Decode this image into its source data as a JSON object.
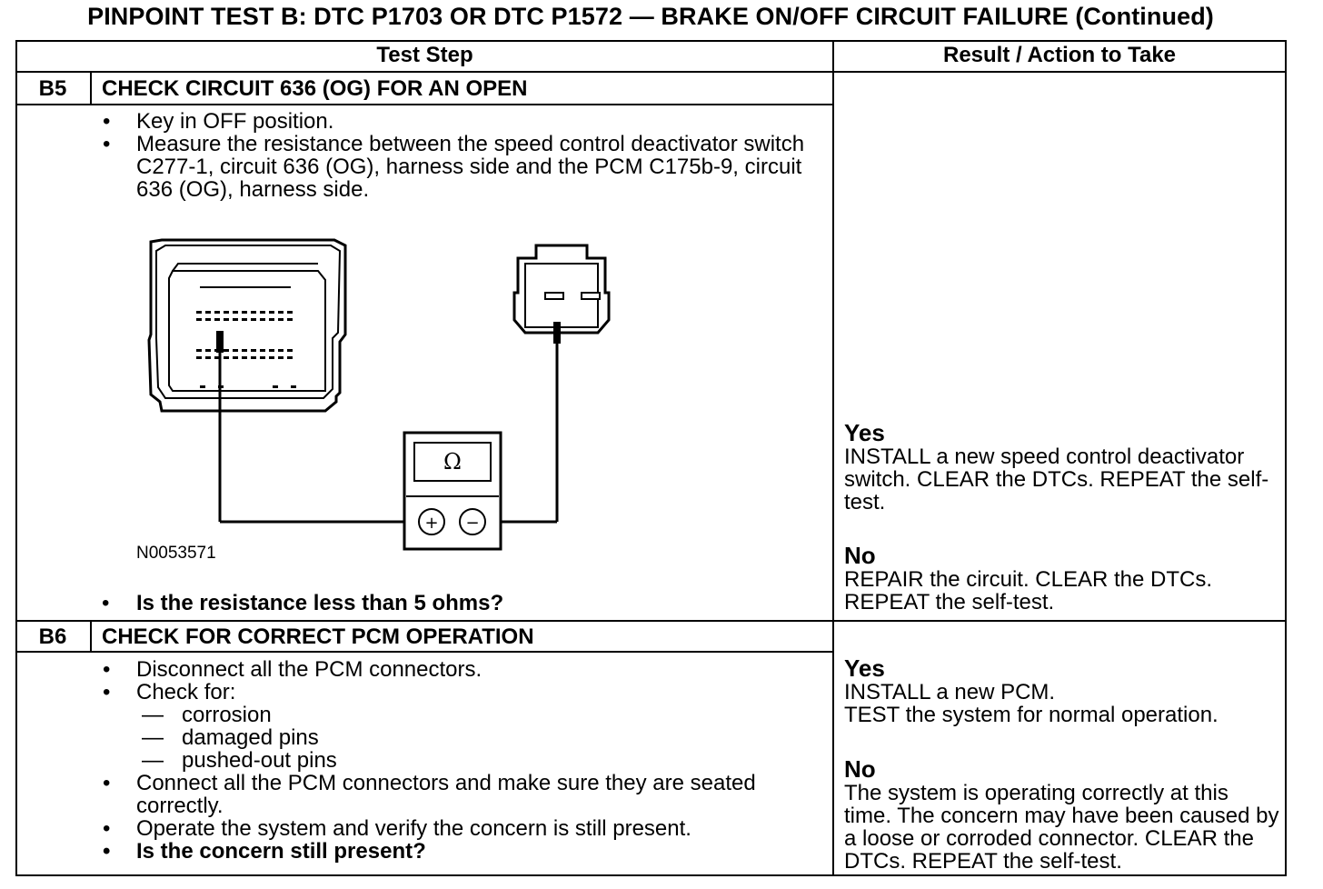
{
  "title": "PINPOINT TEST  B: DTC P1703 OR DTC P1572 — BRAKE ON/OFF CIRCUIT FAILURE (Continued)",
  "table": {
    "headers": {
      "test_step": "Test Step",
      "result": "Result / Action to Take"
    },
    "steps": [
      {
        "id": "B5",
        "title": "CHECK CIRCUIT 636 (OG) FOR AN OPEN",
        "items": [
          "Key in OFF position.",
          "Measure the resistance between the speed control deactivator switch C277-1, circuit 636 (OG), harness side and the PCM C175b-9, circuit 636 (OG), harness side."
        ],
        "figure_code": "N0053571",
        "meter_symbol": "Ω",
        "plus": "+",
        "minus": "−",
        "question": "Is the resistance less than 5 ohms?",
        "yes_label": "Yes",
        "yes_text": "INSTALL a new speed control deactivator switch. CLEAR the DTCs. REPEAT the self-test.",
        "no_label": "No",
        "no_text": "REPAIR the circuit. CLEAR the DTCs. REPEAT the self-test."
      },
      {
        "id": "B6",
        "title": "CHECK FOR CORRECT PCM OPERATION",
        "item1": "Disconnect all the PCM connectors.",
        "item2": "Check for:",
        "dash1": "corrosion",
        "dash2": "damaged pins",
        "dash3": "pushed-out pins",
        "item3": "Connect all the PCM connectors and make sure they are seated correctly.",
        "item4": "Operate the system and verify the concern is still present.",
        "item5": "Is the concern still present?",
        "yes_label": "Yes",
        "yes_text": "INSTALL a new PCM.\nTEST the system for normal operation.",
        "no_label": "No",
        "no_text": "The system is operating correctly at this time. The concern may have been caused by a loose or corroded connector. CLEAR the DTCs. REPEAT the self-test."
      }
    ]
  }
}
